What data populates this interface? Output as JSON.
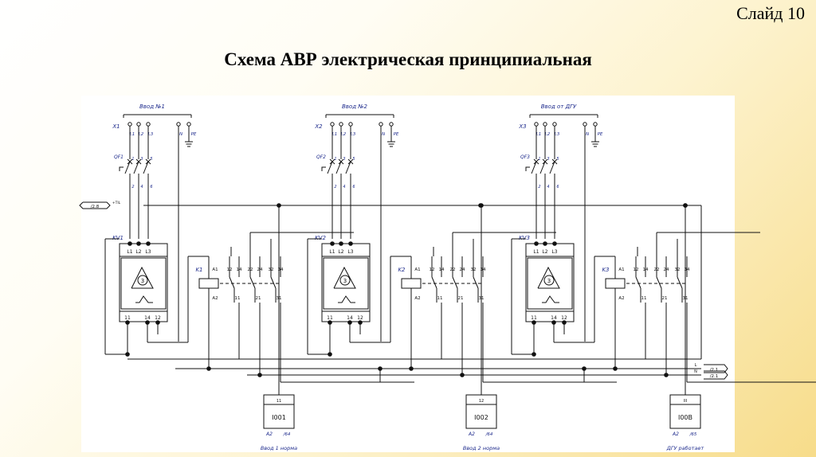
{
  "slide_label": "Слайд 10",
  "title": "Схема АВР электрическая принципиальная",
  "link_refs": {
    "plus": "/2.8",
    "plus_label": "+TIL",
    "l": "/2.1",
    "l_label": "L",
    "n": "/2.1",
    "n_label": "N"
  },
  "phase_labels": [
    "L1",
    "L2",
    "L3"
  ],
  "terminal_n": "N",
  "terminal_pe": "PE",
  "pole_top": [
    "1",
    "3",
    "5"
  ],
  "pole_bottom": [
    "2",
    "4",
    "6"
  ],
  "relay_top": [
    "L1",
    "L2",
    "L3"
  ],
  "relay_bottom": [
    "11",
    "14",
    "12"
  ],
  "relay_symbol": "3",
  "coil_terms": [
    "A1",
    "A2"
  ],
  "contact_top": [
    "12",
    "14",
    "22",
    "24",
    "32",
    "34"
  ],
  "contact_bottom": [
    "11",
    "21",
    "31"
  ],
  "sections": [
    {
      "input": "Ввод №1",
      "x": "X1",
      "qf": "QF1",
      "kv": "KV1",
      "k": "K1",
      "lamp_top": "11",
      "lamp_id": "I001",
      "a": "A2",
      "ref": "/64",
      "caption": "Ввод 1 норма"
    },
    {
      "input": "Ввод №2",
      "x": "X2",
      "qf": "QF2",
      "kv": "KV2",
      "k": "K2",
      "lamp_top": "12",
      "lamp_id": "I002",
      "a": "A2",
      "ref": "/64",
      "caption": "Ввод 2 норма"
    },
    {
      "input": "Ввод от ДГУ",
      "x": "X3",
      "qf": "QF3",
      "kv": "KV3",
      "k": "K3",
      "lamp_top": "III",
      "lamp_id": "I00B",
      "a": "A2",
      "ref": "/65",
      "caption": "ДГУ работает"
    }
  ]
}
